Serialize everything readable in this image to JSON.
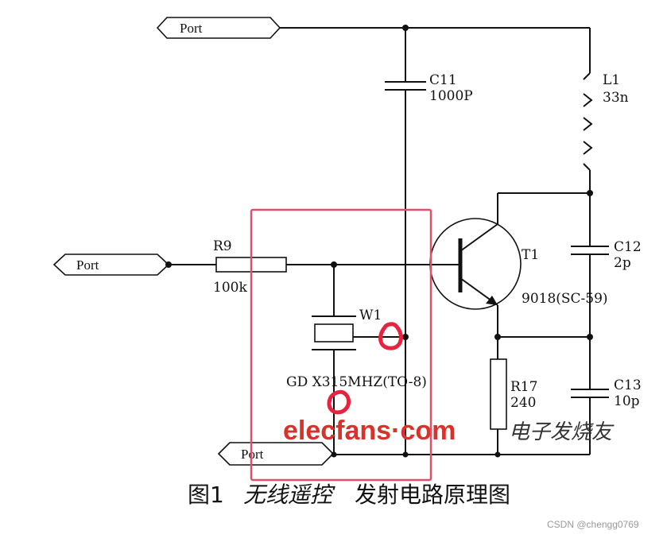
{
  "ports": [
    {
      "id": "top",
      "label": "Port"
    },
    {
      "id": "input",
      "label": "Port"
    },
    {
      "id": "bottom",
      "label": "Port"
    }
  ],
  "components": {
    "c11": {
      "ref": "C11",
      "value": "1000P"
    },
    "l1": {
      "ref": "L1",
      "value": "33n"
    },
    "r9": {
      "ref": "R9",
      "value": "100k"
    },
    "t1": {
      "ref": "T1",
      "value": "9018(SC-59)"
    },
    "c12": {
      "ref": "C12",
      "value": "2p"
    },
    "w1": {
      "ref": "W1",
      "value": "GD X315MHZ(TO-8)"
    },
    "r17": {
      "ref": "R17",
      "value": "240"
    },
    "c13": {
      "ref": "C13",
      "value": "10p"
    }
  },
  "caption": {
    "figure": "图1",
    "italic": "无线遥控",
    "rest": "发射电路原理图"
  },
  "watermark": {
    "site": "elecfans·com",
    "cn": "电子发烧友"
  },
  "credit": "CSDN @chengg0769",
  "colors": {
    "line": "#111111",
    "highlight_box": "#e0506a",
    "marker": "#e8233f",
    "watermark": "#d8322a"
  }
}
